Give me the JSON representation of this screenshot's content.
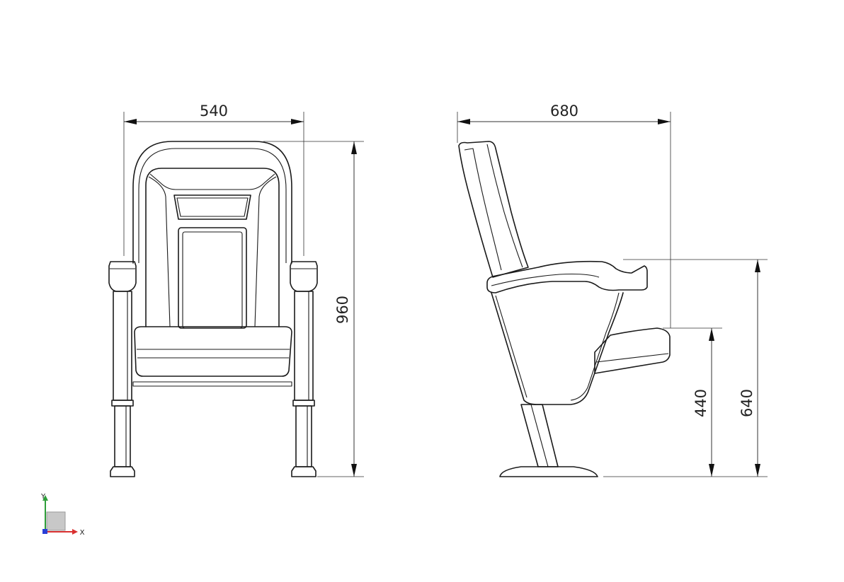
{
  "drawing": {
    "front_view": {
      "width_label": "540",
      "height_label": "960"
    },
    "side_view": {
      "depth_label": "680",
      "seat_height_label": "440",
      "armrest_height_label": "640"
    }
  },
  "ucs": {
    "y_label": "Y",
    "x_label": "X",
    "colors": {
      "y_axis": "#2e9e3a",
      "x_axis": "#d93030",
      "z_axis": "#2a3fd6"
    }
  }
}
